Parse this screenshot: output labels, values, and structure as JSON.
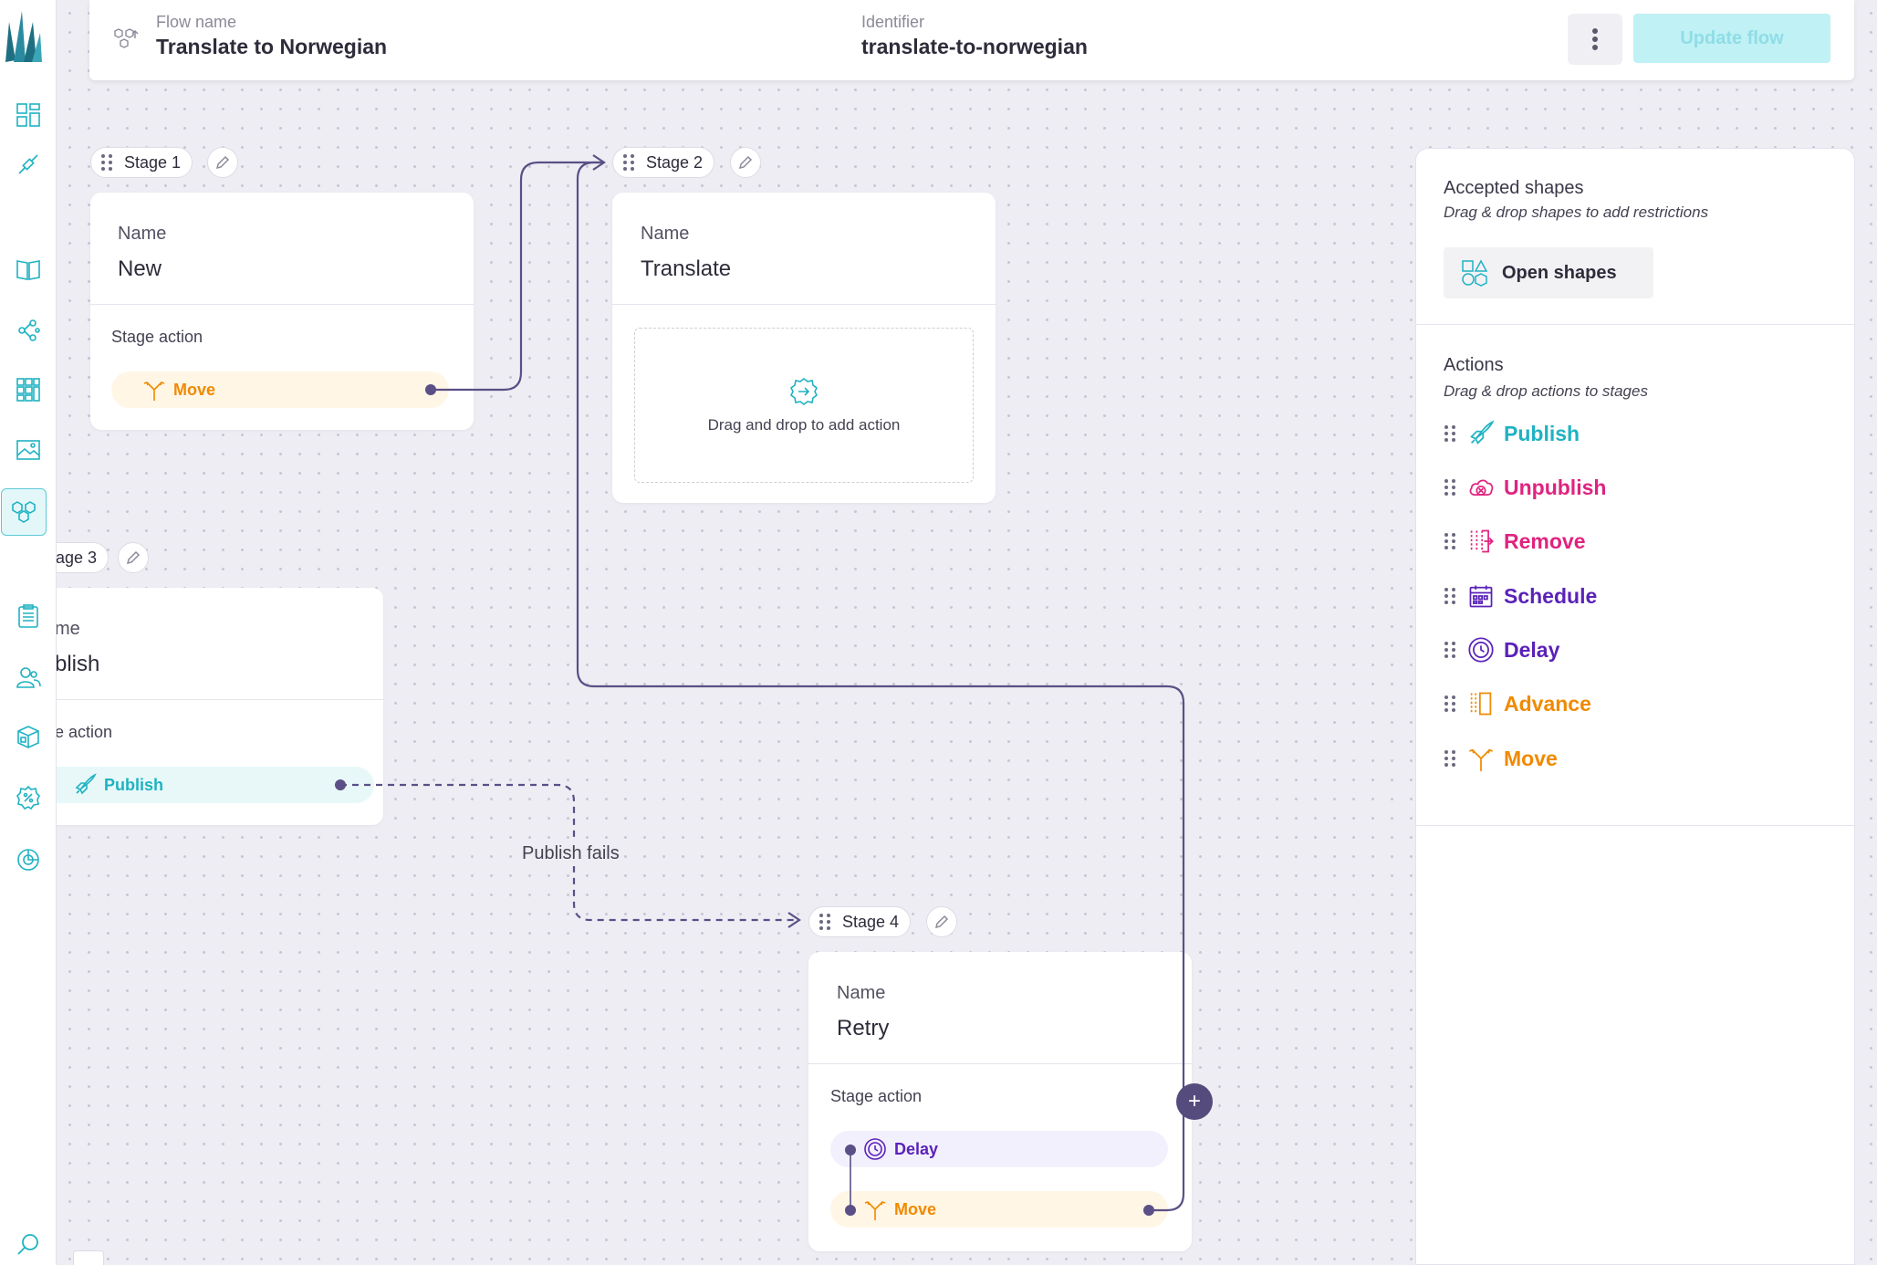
{
  "header": {
    "flow_name_label": "Flow name",
    "flow_name": "Translate to Norwegian",
    "identifier_label": "Identifier",
    "identifier": "translate-to-norwegian",
    "update_button": "Update flow"
  },
  "stages": [
    {
      "pill": "Stage 1",
      "name_label": "Name",
      "name": "New",
      "stage_action_label": "Stage action",
      "actions": [
        "Move"
      ]
    },
    {
      "pill": "Stage 2",
      "name_label": "Name",
      "name": "Translate",
      "drop_text": "Drag and drop to add action"
    },
    {
      "pill": "age 3",
      "name_label": "me",
      "name": "blish",
      "stage_action_label": "e action",
      "actions": [
        "Publish"
      ]
    },
    {
      "pill": "Stage 4",
      "name_label": "Name",
      "name": "Retry",
      "stage_action_label": "Stage action",
      "actions": [
        "Delay",
        "Move"
      ]
    }
  ],
  "connector_label": "Publish fails",
  "right_panel": {
    "accepted_shapes_title": "Accepted shapes",
    "accepted_shapes_sub": "Drag & drop shapes to add restrictions",
    "open_shapes": "Open shapes",
    "actions_title": "Actions",
    "actions_sub": "Drag & drop actions to stages",
    "actions": [
      {
        "label": "Publish",
        "icon": "rocket-icon",
        "color": "#1fb2c2"
      },
      {
        "label": "Unpublish",
        "icon": "cloud-x-icon",
        "color": "#e0237f"
      },
      {
        "label": "Remove",
        "icon": "remove-icon",
        "color": "#e0237f"
      },
      {
        "label": "Schedule",
        "icon": "calendar-icon",
        "color": "#5a22b8"
      },
      {
        "label": "Delay",
        "icon": "clock-icon",
        "color": "#5a22b8"
      },
      {
        "label": "Advance",
        "icon": "advance-icon",
        "color": "#f08a00"
      },
      {
        "label": "Move",
        "icon": "move-icon",
        "color": "#f08a00"
      }
    ]
  },
  "sidebar_icons": [
    "logo-icon",
    "dashboard-icon",
    "integration-icon",
    "book-icon",
    "graph-icon",
    "grid-icon",
    "image-icon",
    "flows-icon",
    "clipboard-icon",
    "users-icon",
    "box-icon",
    "settings-icon",
    "analytics-icon",
    "search-icon"
  ],
  "colors": {
    "accent": "#1fb2c2",
    "wire": "#5a4f86",
    "orange": "#f08a00",
    "purple": "#5a22b8",
    "pink": "#e0237f"
  }
}
